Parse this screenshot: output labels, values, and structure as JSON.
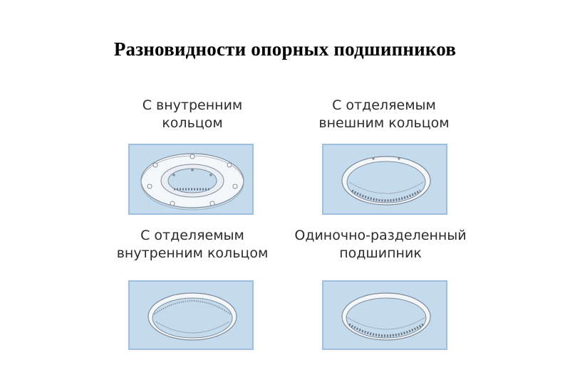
{
  "title": "Разновидности опорных подшипников",
  "bearings": [
    {
      "line1": "С внутренним",
      "line2": "кольцом",
      "icon": "bearing-inner-ring-flanged-icon"
    },
    {
      "line1": "С отделяемым",
      "line2": "внешним кольцом",
      "icon": "bearing-separable-outer-ring-icon"
    },
    {
      "line1": "С отделяемым",
      "line2": "внутренним кольцом",
      "icon": "bearing-separable-inner-ring-icon"
    },
    {
      "line1": "Одиночно-разделенный",
      "line2": "подшипник",
      "icon": "bearing-single-split-icon"
    }
  ],
  "colors": {
    "image_bg": "#c4dbee",
    "image_border": "#9fbfdc",
    "ring_fill": "#f4f7fa",
    "ring_stroke": "#7f8a96"
  }
}
